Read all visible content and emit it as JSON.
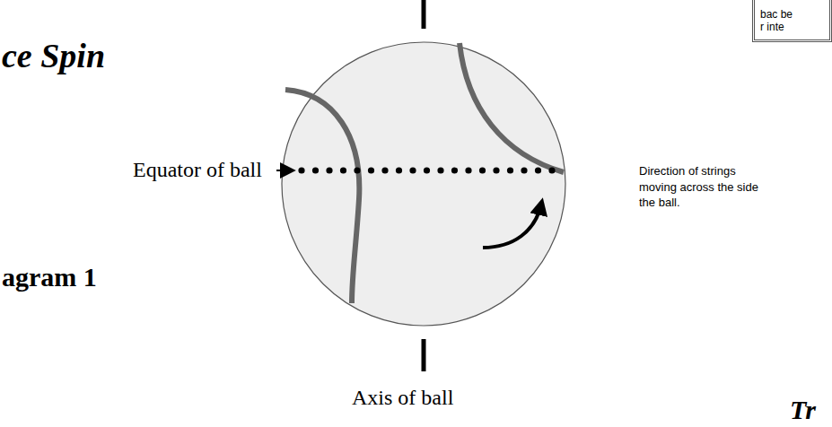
{
  "diagram": {
    "title": "ce Spin",
    "nodes": [
      {
        "text": [
          "bac be r inte"
        ]
      }
    ],
    "labels": [
      "Equator of ball",
      "Direction of strings moving across the side the ball.",
      "agram 1",
      "Axis of ball",
      "Tr"
    ]
  }
}
